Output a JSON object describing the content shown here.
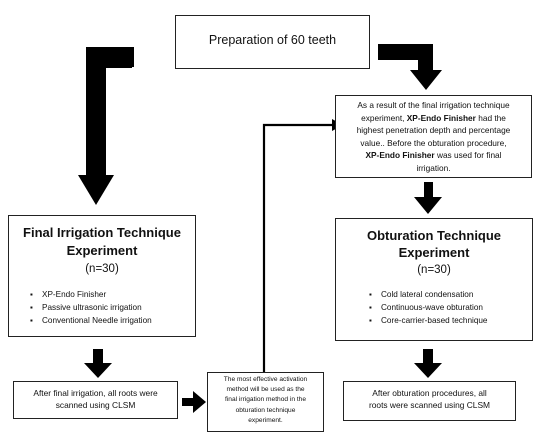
{
  "top": {
    "title": "Preparation of 60 teeth"
  },
  "result_box": {
    "line1": "As a result of the final irrigation technique",
    "line2a": "experiment, ",
    "line2b": "XP-Endo Finisher",
    "line2c": " had the",
    "line3": "highest penetration depth and percentage",
    "line4": "value.. Before the obturation procedure,",
    "line5a": "XP-Endo Finisher",
    "line5b": " was used for final",
    "line6": "irrigation."
  },
  "left_box": {
    "title_line1": "Final Irrigation Technique",
    "title_line2": "Experiment",
    "n": "(n=30)",
    "items": [
      "XP-Endo Finisher",
      "Passive ultrasonic irrigation",
      "Conventional Needle irrigation"
    ]
  },
  "right_box": {
    "title_line1": "Obturation Technique",
    "title_line2": "Experiment",
    "n": "(n=30)",
    "items": [
      "Cold lateral condensation",
      "Continuous-wave obturation",
      "Core-carrier-based technique"
    ]
  },
  "bottom_left": {
    "line1": "After final irrigation, all roots were",
    "line2": "scanned using CLSM"
  },
  "bottom_mid": {
    "line1": "The most effective activation",
    "line2": "method will be used as the",
    "line3": "final irrigation method in the",
    "line4": "obturation technique",
    "line5": "experiment."
  },
  "bottom_right": {
    "line1": "After obturation procedures, all",
    "line2": "roots were scanned using CLSM"
  }
}
